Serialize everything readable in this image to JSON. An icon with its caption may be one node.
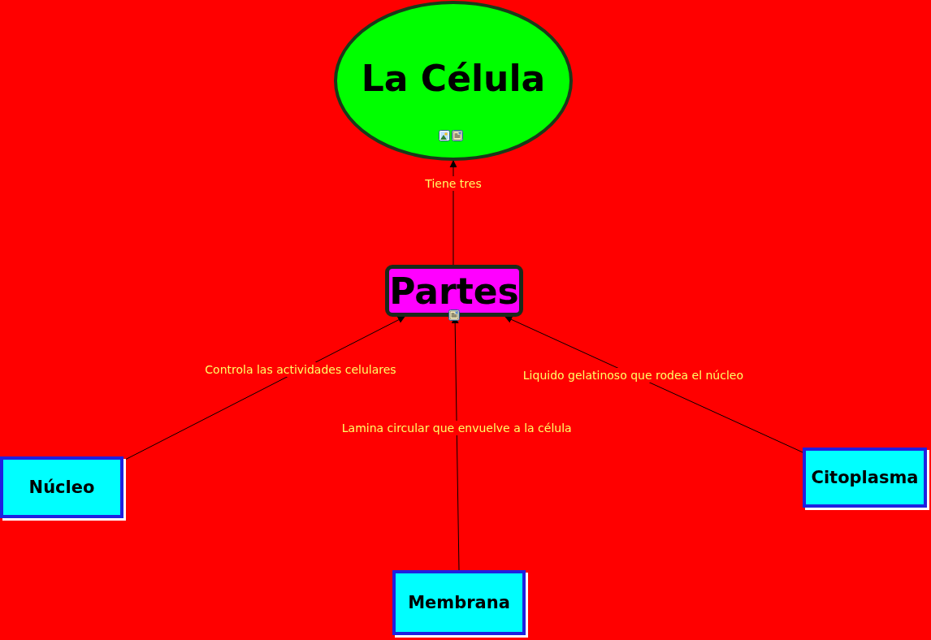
{
  "diagram": {
    "nodes": [
      {
        "text": [
          "La Célula"
        ]
      },
      {
        "text": [
          "Partes"
        ]
      },
      {
        "text": [
          "Núcleo"
        ]
      },
      {
        "text": [
          "Membrana"
        ]
      },
      {
        "text": [
          "Citoplasma"
        ]
      }
    ],
    "edges": [
      {
        "from": 1,
        "to": 0,
        "arrow": "to",
        "label": "Tiene tres"
      },
      {
        "from": 2,
        "to": 1,
        "arrow": "to",
        "label": "Controla las actividades celulares"
      },
      {
        "from": 3,
        "to": 1,
        "arrow": "to",
        "label": "Lamina circular que envuelve a la célula"
      },
      {
        "from": 4,
        "to": 1,
        "arrow": "to",
        "label": "Liquido gelatinoso que rodea el núcleo"
      }
    ]
  }
}
